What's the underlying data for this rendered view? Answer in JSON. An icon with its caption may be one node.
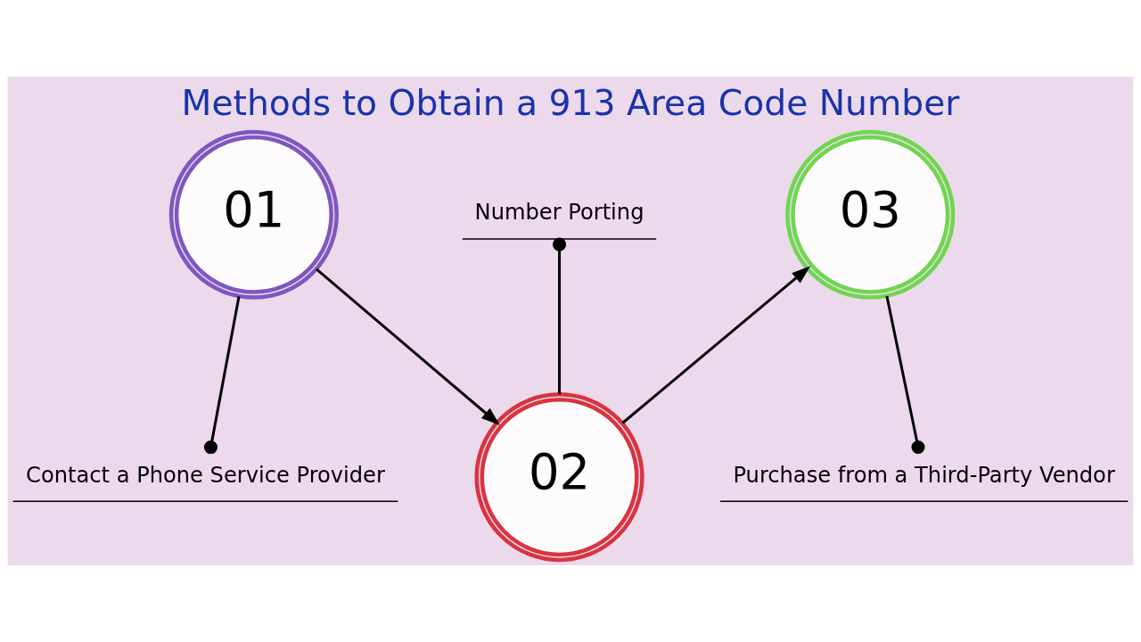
{
  "diagram": {
    "title": "Methods to Obtain a 913 Area Code Number",
    "nodes": [
      {
        "text": [
          "01"
        ]
      },
      {
        "text": [
          "Number Porting"
        ]
      },
      {
        "text": [
          "03"
        ]
      },
      {
        "text": [
          "Contact a Phone Service Provider"
        ]
      },
      {
        "text": [
          "02"
        ]
      },
      {
        "text": [
          "Purchase from a Third-Party Vendor"
        ]
      }
    ],
    "edges": [
      {
        "from": 0,
        "to": 4,
        "arrow": "to"
      },
      {
        "from": 4,
        "to": 2,
        "arrow": "to"
      },
      {
        "from": 0,
        "to": 3,
        "arrow": "other"
      },
      {
        "from": 4,
        "to": 1,
        "arrow": "other"
      },
      {
        "from": 2,
        "to": 5,
        "arrow": "other"
      }
    ]
  }
}
